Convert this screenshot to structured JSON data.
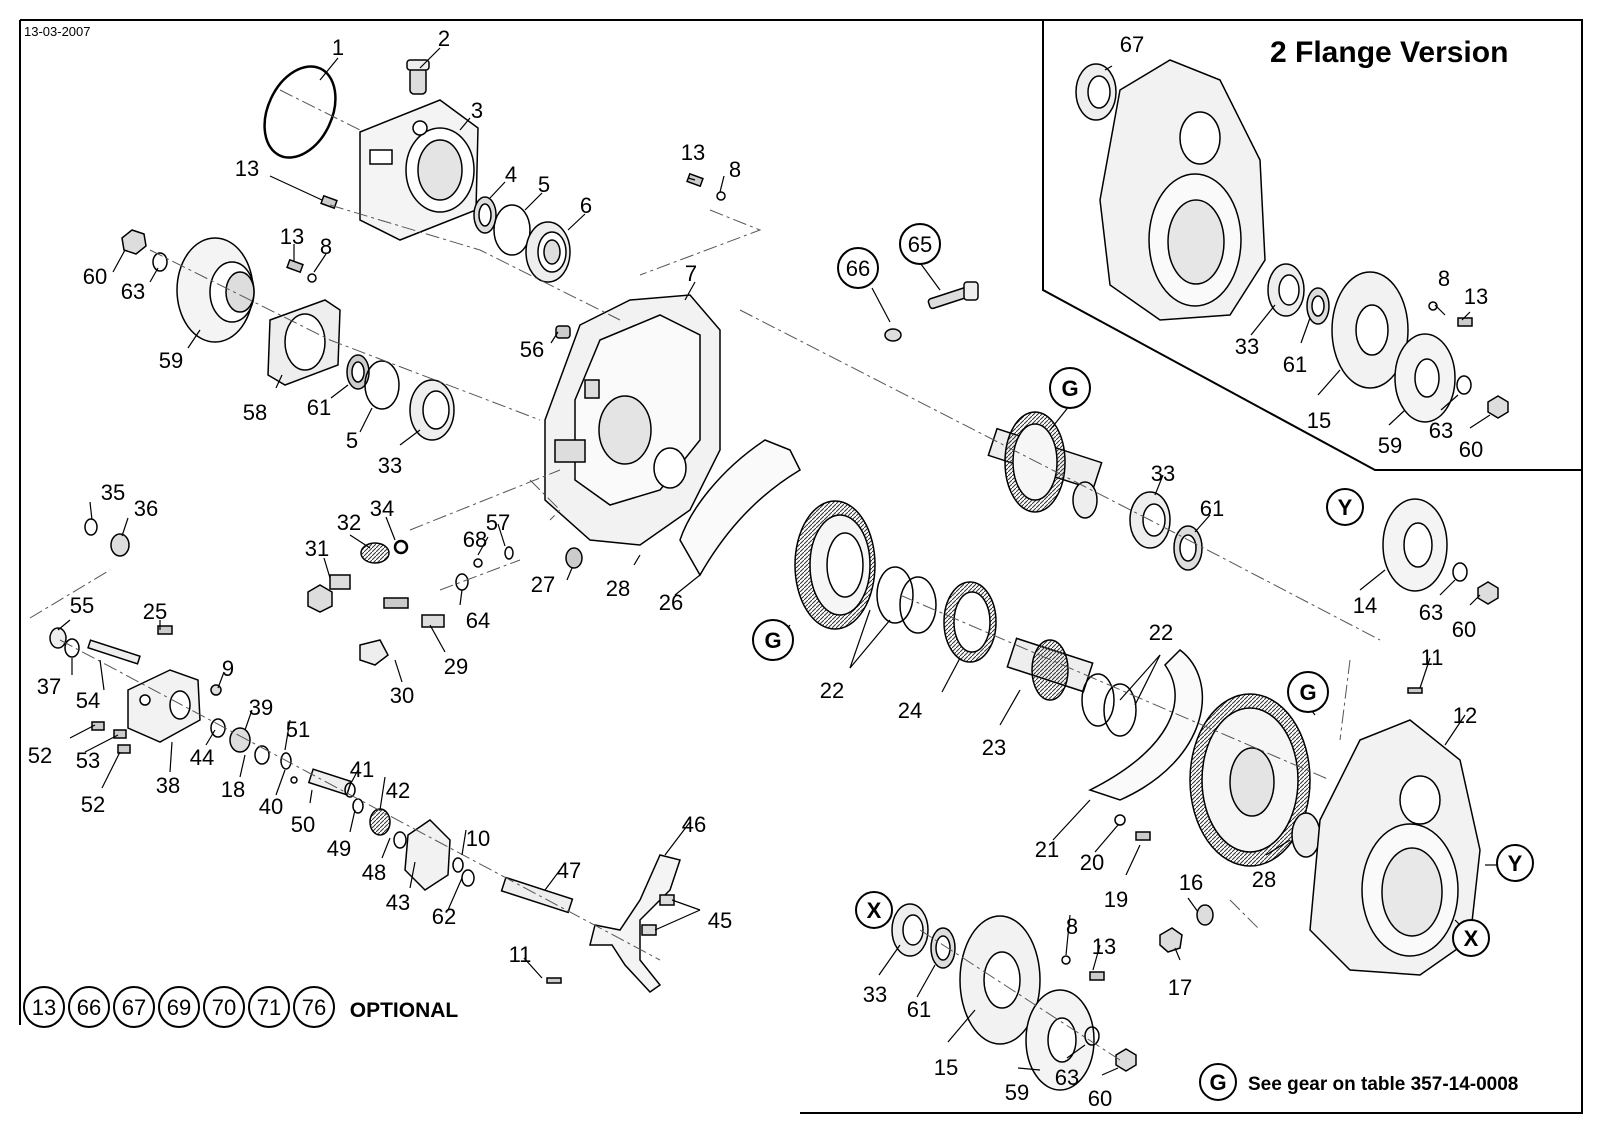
{
  "date": "13-03-2007",
  "inset_title": "2 Flange Version",
  "optional": {
    "numbers": [
      "13",
      "66",
      "67",
      "69",
      "70",
      "71",
      "76"
    ],
    "label": "OPTIONAL"
  },
  "gear_note": {
    "letter": "G",
    "text": "See gear on table 357-14-0008"
  },
  "callout_letters": {
    "G": "G",
    "X": "X",
    "Y": "Y"
  },
  "main_labels": [
    "1",
    "2",
    "3",
    "13",
    "4",
    "5",
    "6",
    "60",
    "63",
    "13",
    "8",
    "59",
    "58",
    "61",
    "5",
    "33",
    "13",
    "8",
    "7",
    "66",
    "65",
    "56",
    "G",
    "33",
    "61",
    "35",
    "36",
    "32",
    "34",
    "31",
    "68",
    "57",
    "28",
    "27",
    "26",
    "64",
    "55",
    "25",
    "29",
    "30",
    "9",
    "37",
    "54",
    "39",
    "51",
    "52",
    "53",
    "38",
    "44",
    "18",
    "40",
    "41",
    "42",
    "52",
    "50",
    "49",
    "48",
    "43",
    "10",
    "62",
    "47",
    "46",
    "45",
    "11",
    "G",
    "22",
    "24",
    "22",
    "23",
    "21",
    "20",
    "19",
    "28",
    "G",
    "12",
    "Y",
    "X",
    "Y",
    "11",
    "14",
    "63",
    "60",
    "16",
    "17",
    "X",
    "33",
    "61",
    "8",
    "13",
    "15",
    "59",
    "63",
    "60"
  ],
  "inset_labels": [
    "67",
    "8",
    "13",
    "33",
    "61",
    "15",
    "59",
    "63",
    "60"
  ]
}
